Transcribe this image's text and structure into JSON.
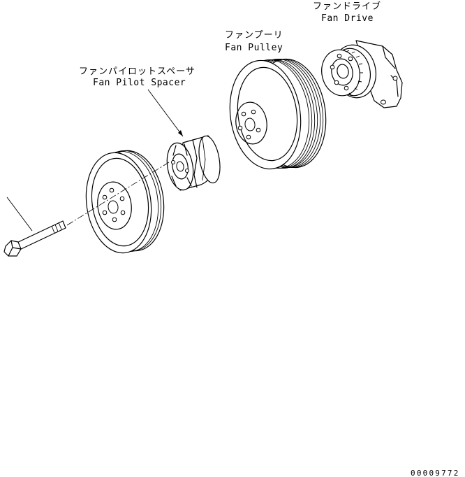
{
  "labels": {
    "fan_drive": {
      "jp": "ファンドライブ",
      "en": "Fan Drive"
    },
    "fan_pulley": {
      "jp": "ファンプーリ",
      "en": "Fan Pulley"
    },
    "fan_pilot_spacer": {
      "jp": "ファンパイロットスペーサ",
      "en": "Fan Pilot Spacer"
    }
  },
  "document_number": "00009772"
}
